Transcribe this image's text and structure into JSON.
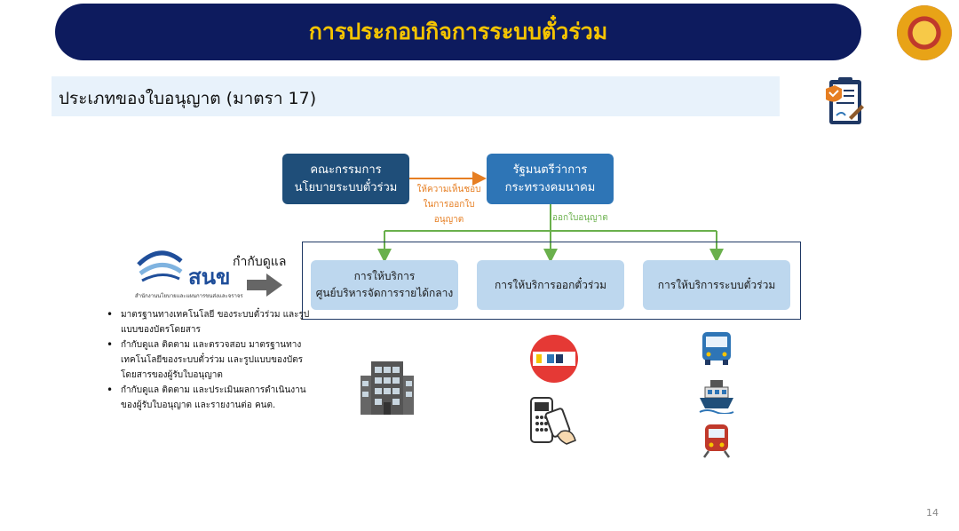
{
  "header": {
    "title": "การประกอบกิจการระบบตั๋วร่วม",
    "seal_icon": "government-seal-icon"
  },
  "subtitle": "ประเภทของใบอนุญาต (มาตรา 17)",
  "diagram": {
    "committee": {
      "line1": "คณะกรรมการ",
      "line2": "นโยบายระบบตั๋วร่วม"
    },
    "minister": {
      "line1": "รัฐมนตรีว่าการ",
      "line2": "กระทรวงคมนาคม"
    },
    "advise_note": {
      "line1": "ให้ความเห็นชอบ",
      "line2": "ในการออกใบอนุญาต"
    },
    "license_note": "ออกใบอนุญาต",
    "services": [
      {
        "line1": "การให้บริการ",
        "line2": "ศูนย์บริหารจัดการรายได้กลาง"
      },
      {
        "line1": "การให้บริการออกตั๋วร่วม",
        "line2": ""
      },
      {
        "line1": "การให้บริการระบบตั๋วร่วม",
        "line2": ""
      }
    ],
    "colors": {
      "dark": "#1f4e79",
      "mid": "#2e75b6",
      "light": "#bdd7ee",
      "advise": "#e67e22",
      "license": "#6ab04c"
    }
  },
  "agency": {
    "logo_text": "สนข",
    "logo_sub": "สำนักงานนโยบายและแผนการขนส่งและจราจร",
    "supervise_label": "กำกับดูแล"
  },
  "bullets": [
    "มาตรฐานทางเทคโนโลยี ของระบบตั๋วร่วม และรูปแบบของบัตรโดยสาร",
    "กำกับดูแล ติดตาม และตรวจสอบ มาตรฐานทางเทคโนโลยีของระบบตั๋วร่วม และรูปแบบของบัตรโดยสารของผู้รับใบอนุญาต",
    "กำกับดูแล ติดตาม และประเมินผลการดำเนินงาน ของผู้รับใบอนุญาต และรายงานต่อ คนต."
  ],
  "icons": [
    "building-icon",
    "ticket-card-icon",
    "card-reader-icon",
    "bus-icon",
    "boat-icon",
    "train-icon",
    "license-document-icon"
  ],
  "page_number": "14"
}
